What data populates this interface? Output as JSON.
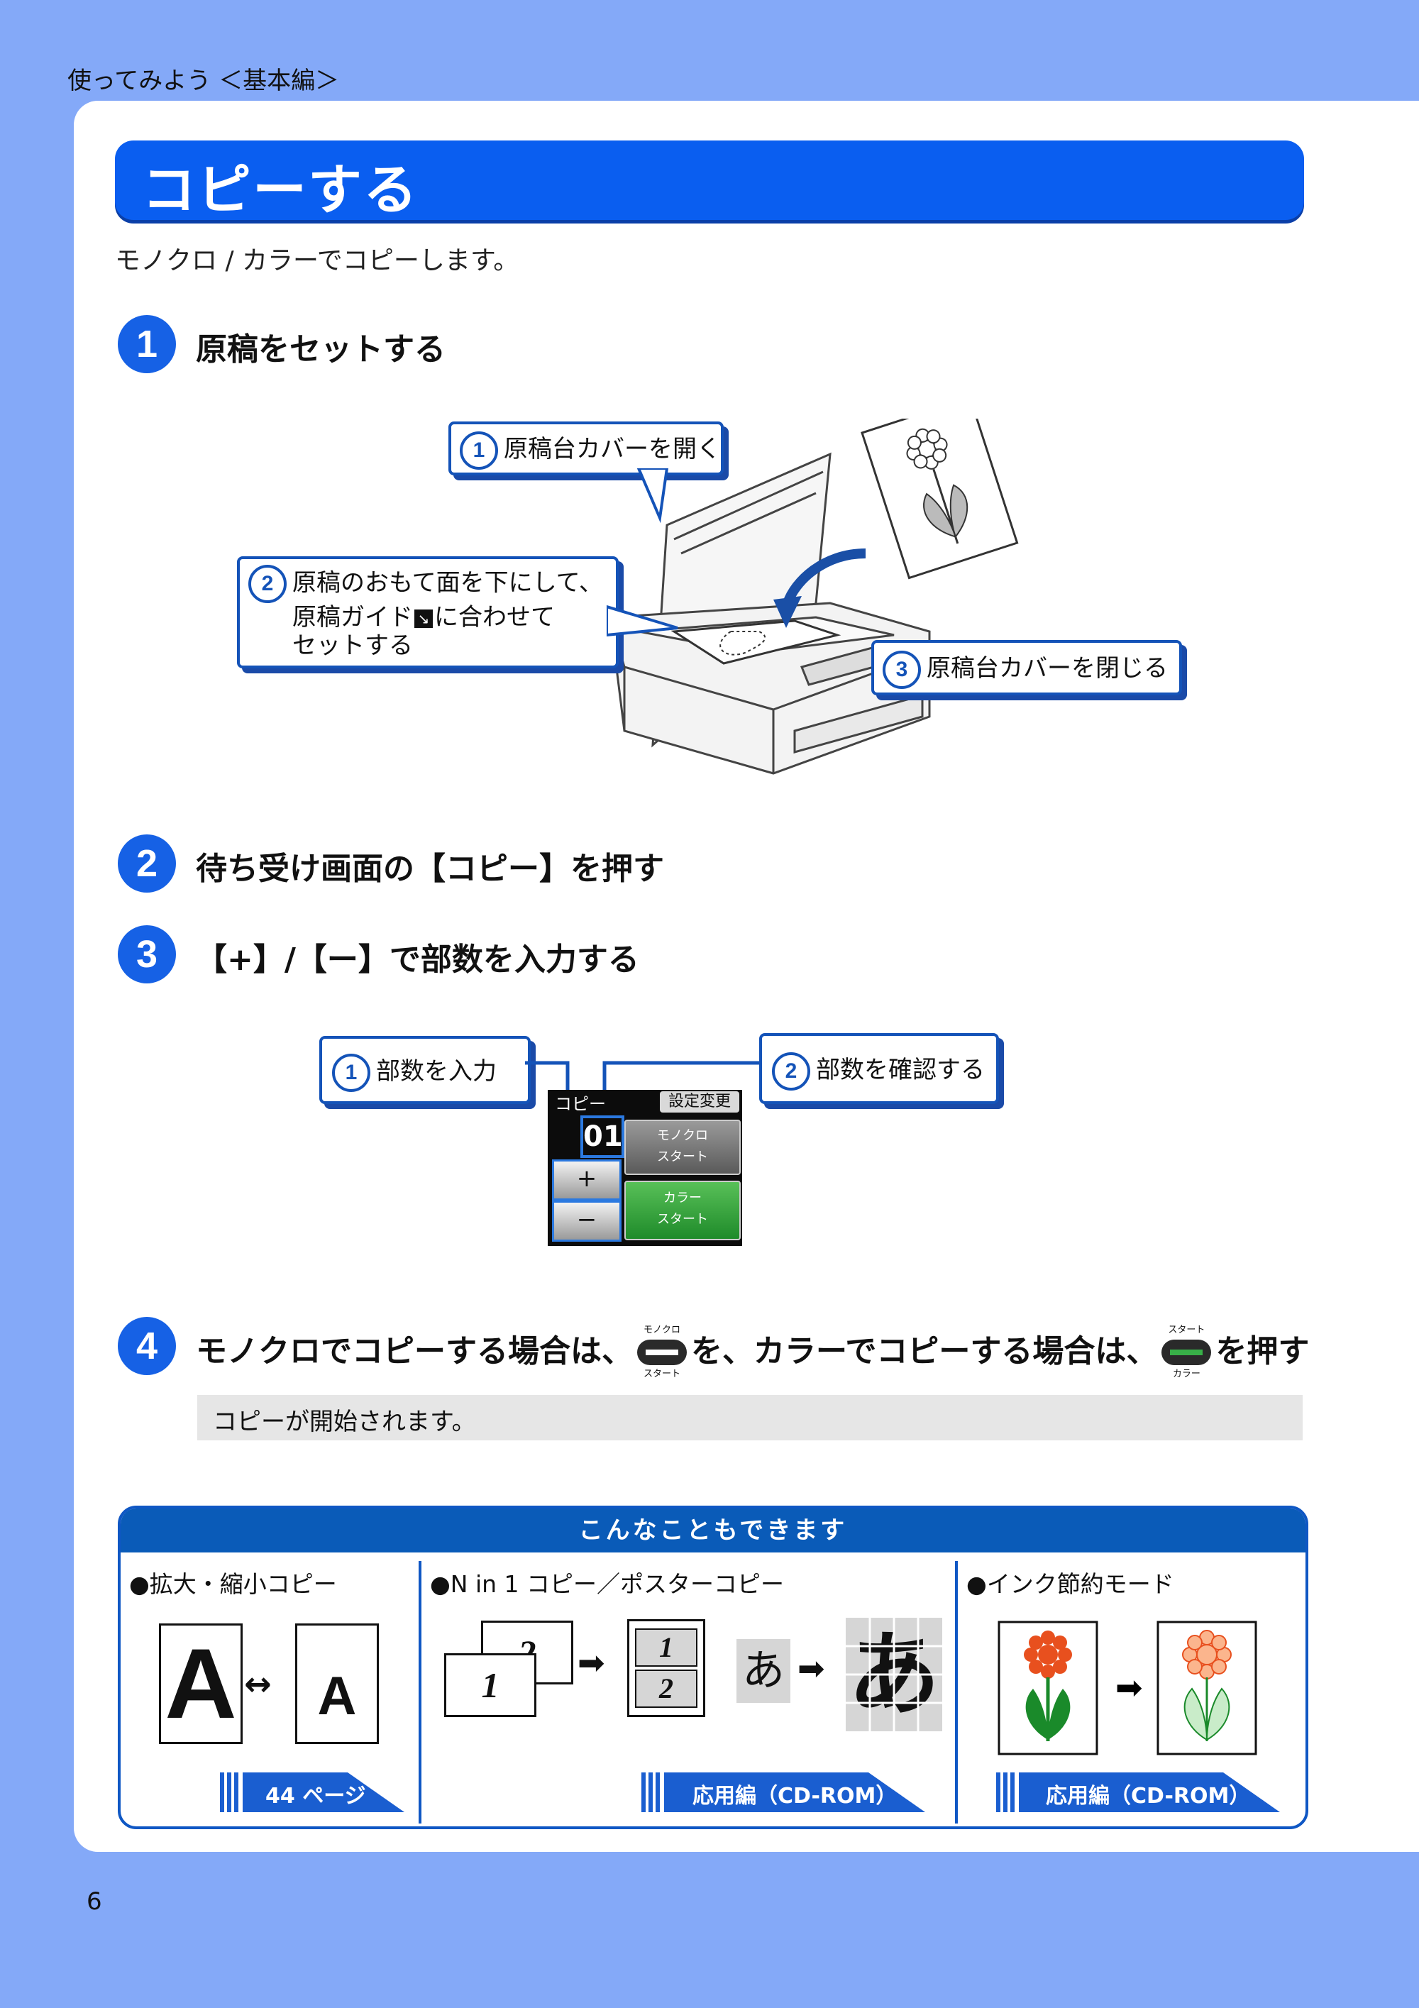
{
  "header": {
    "section_label": "使ってみよう ＜基本編＞",
    "page_number": "6"
  },
  "title": "コピーする",
  "intro": "モノクロ / カラーでコピーします。",
  "steps": [
    {
      "num": "1",
      "text": "原稿をセットする"
    },
    {
      "num": "2",
      "text": "待ち受け画面の【コピー】を押す"
    },
    {
      "num": "3",
      "text": "【+】/【ー】で部数を入力する"
    },
    {
      "num": "4",
      "text_a": "モノクロでコピーする場合は、",
      "text_b": "を、カラーでコピーする場合は、",
      "text_c": "を押す"
    }
  ],
  "step1_callouts": [
    {
      "num": "1",
      "text": "原稿台カバーを開く"
    },
    {
      "num": "2",
      "line1": "原稿のおもて面を下にして、",
      "line2_a": "原稿ガイド",
      "line2_b": "に合わせて",
      "line3": "セットする"
    },
    {
      "num": "3",
      "text": "原稿台カバーを閉じる"
    }
  ],
  "step3_callouts": [
    {
      "num": "1",
      "text": "部数を入力"
    },
    {
      "num": "2",
      "text": "部数を確認する"
    }
  ],
  "lcd": {
    "title": "コピー",
    "settings_button": "設定変更",
    "count": "01",
    "plus": "+",
    "minus": "−",
    "mono_line1": "モノクロ",
    "mono_line2": "スタート",
    "color_line1": "カラー",
    "color_line2": "スタート"
  },
  "button_icons": {
    "mono_top": "モノクロ",
    "mono_bottom": "スタート",
    "color_top": "スタート",
    "color_bottom": "カラー"
  },
  "note": "コピーが開始されます。",
  "more_panel": {
    "header": "こんなこともできます",
    "columns": [
      {
        "title": "●拡大・縮小コピー",
        "link": "44 ページ",
        "big_letter": "A",
        "small_letter": "A"
      },
      {
        "title": "●N in 1 コピー／ポスターコピー",
        "link": "応用編（CD-ROM）",
        "page2": "2",
        "page1": "1",
        "kana": "あ"
      },
      {
        "title": "●インク節約モード",
        "link": "応用編（CD-ROM）"
      }
    ]
  },
  "colors": {
    "accent_blue": "#0a5ef0",
    "background": "#84a9f8",
    "panel_blue": "#0a5bb8"
  }
}
